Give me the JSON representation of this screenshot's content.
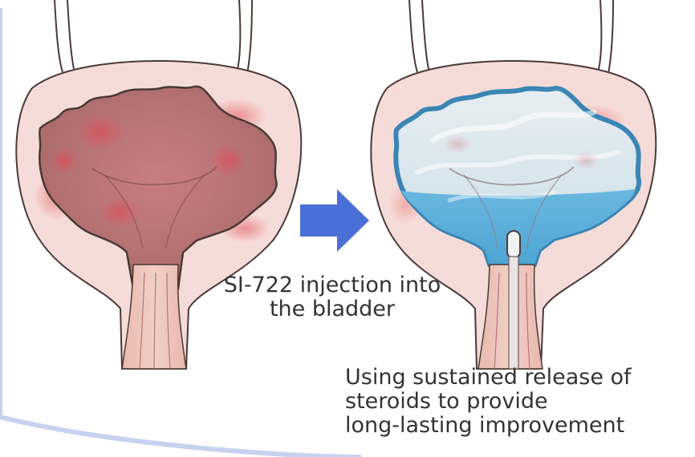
{
  "captions": {
    "injection": [
      "SI-722 injection into",
      "the bladder"
    ],
    "release": [
      "Using sustained release of",
      "steroids to provide",
      "long-lasting improvement"
    ]
  },
  "colors": {
    "bladder_outer": "#f6dcd8",
    "bladder_outline": "#4a3a36",
    "inflamed_tissue": "#d98f8f",
    "inflamed_spot": "#d8505e",
    "treated_fill": "#c9dde6",
    "treated_liquid": "#5aaed8",
    "treated_lining": "#3b86b4",
    "arrow": "#4a6fd6",
    "frame": "#c7d2ef"
  },
  "icons": {
    "transition": "right-arrow-icon",
    "device": "catheter-icon"
  }
}
